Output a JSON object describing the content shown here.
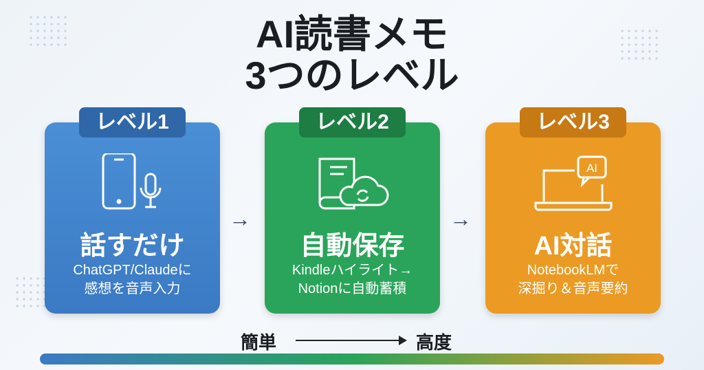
{
  "title": {
    "line1": "AI読書メモ",
    "line2": "3つのレベル"
  },
  "levels": [
    {
      "tab": "レベル1",
      "heading": "話すだけ",
      "sub1": "ChatGPT/Claudeに",
      "sub2": "感想を音声入力",
      "icon": "phone-mic-icon",
      "color": "#4a8fd6"
    },
    {
      "tab": "レベル2",
      "heading": "自動保存",
      "sub1": "Kindleハイライト→",
      "sub2": "Notionに自動蓄積",
      "icon": "book-cloud-sync-icon",
      "color": "#2aa45a"
    },
    {
      "tab": "レベル3",
      "heading": "AI対話",
      "sub1": "NotebookLMで",
      "sub2": "深掘り＆音声要約",
      "icon": "laptop-ai-chat-icon",
      "icon_text": "AI",
      "color": "#eb9a24"
    }
  ],
  "arrow": "→",
  "scale": {
    "start": "簡単",
    "end": "高度"
  }
}
